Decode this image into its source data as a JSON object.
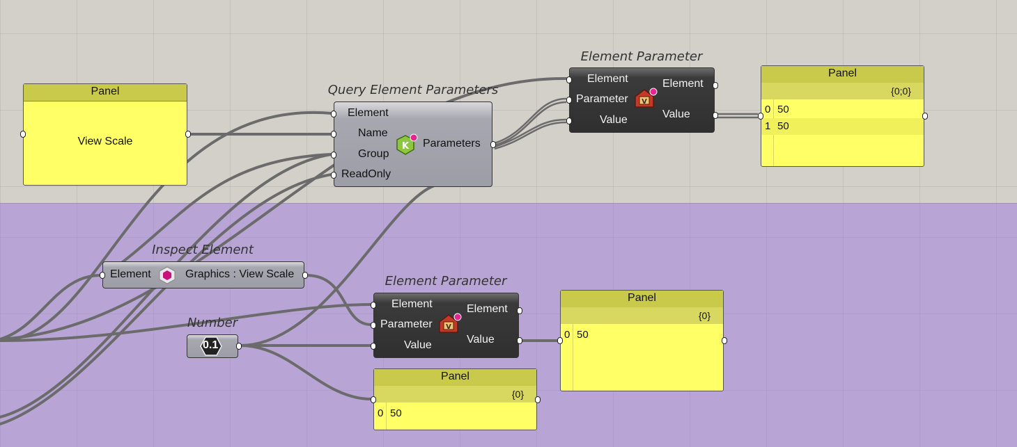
{
  "components": {
    "panel_view_scale": {
      "title": "Panel",
      "text": "View Scale"
    },
    "query": {
      "label": "Query Element Parameters",
      "inputs": [
        "Element",
        "Name",
        "Group",
        "ReadOnly"
      ],
      "output": "Parameters",
      "icon": "hexagon-k-icon"
    },
    "ep_top": {
      "label": "Element Parameter",
      "inputs": [
        "Element",
        "Parameter",
        "Value"
      ],
      "outputs": [
        "Element",
        "Value"
      ],
      "icon": "house-v-icon"
    },
    "panel_top_right": {
      "title": "Panel",
      "path": "{0;0}",
      "rows": [
        {
          "i": "0",
          "v": "50"
        },
        {
          "i": "1",
          "v": "50"
        }
      ]
    },
    "inspect": {
      "label": "Inspect Element",
      "input": "Element",
      "output": "Graphics : View Scale",
      "icon": "magenta-hexagon-icon"
    },
    "number": {
      "label": "Number",
      "value": "0.1"
    },
    "ep_bottom": {
      "label": "Element Parameter",
      "inputs": [
        "Element",
        "Parameter",
        "Value"
      ],
      "outputs": [
        "Element",
        "Value"
      ],
      "icon": "house-v-icon"
    },
    "panel_mid_right": {
      "title": "Panel",
      "path": "{0}",
      "rows": [
        {
          "i": "0",
          "v": "50"
        }
      ]
    },
    "panel_bottom": {
      "title": "Panel",
      "path": "{0}",
      "rows": [
        {
          "i": "0",
          "v": "50"
        }
      ]
    }
  },
  "colors": {
    "canvas": "#d3d0c9",
    "group": "#b8a5d6",
    "panel": "#ffff66",
    "wire": "#6b6b6b"
  }
}
